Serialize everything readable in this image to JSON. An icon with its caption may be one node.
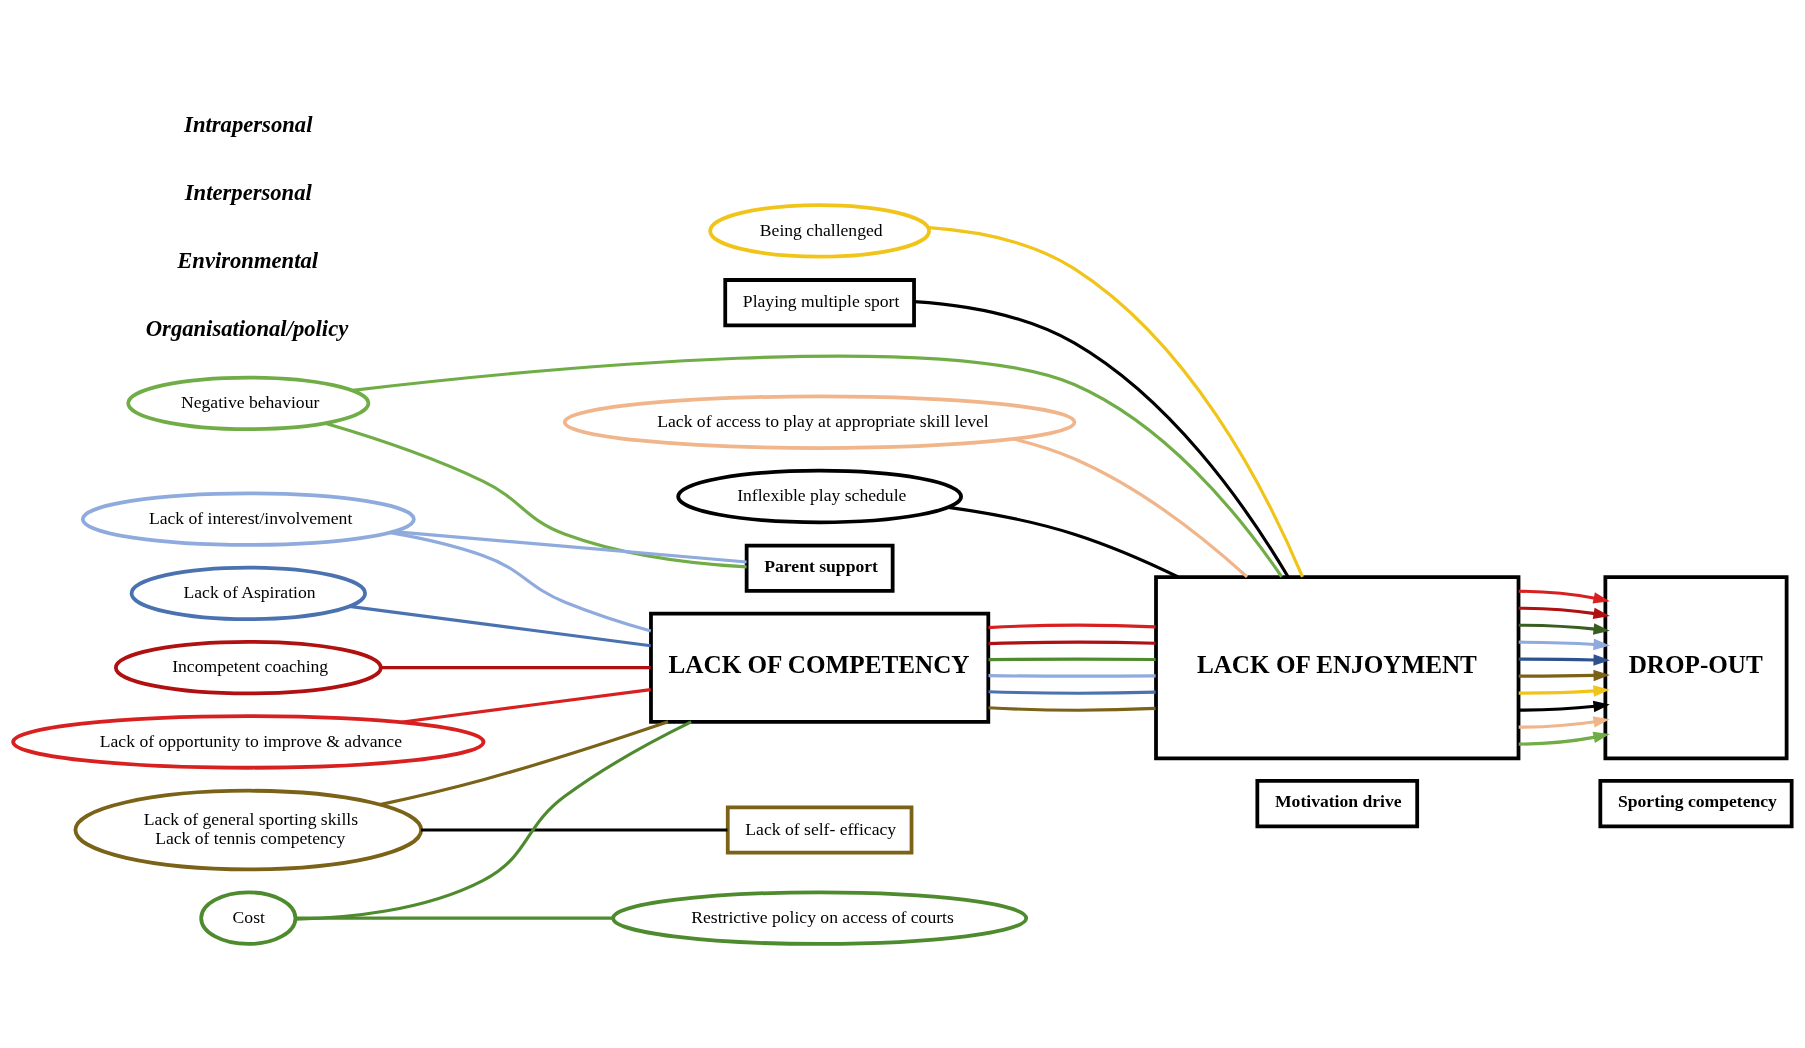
{
  "diagram": {
    "nodes": [
      {
        "text": [
          "Motivation drive"
        ]
      },
      {
        "text": [
          "Sporting competency"
        ]
      },
      {
        "text": [
          "Lack of Aspiration"
        ]
      },
      {
        "text": [
          "Being challenged"
        ]
      },
      {
        "text": [
          "Lack of general sporting skills",
          "Lack of tennis competency"
        ]
      },
      {
        "text": [
          "Lack of self- efficacy"
        ]
      },
      {
        "text": [
          "Playing multiple sport"
        ]
      },
      {
        "text": [
          "Negative behaviour"
        ]
      },
      {
        "text": [
          "Lack of interest/involvement"
        ]
      },
      {
        "text": [
          "Parent support"
        ]
      },
      {
        "text": [
          "Restrictive policy on access of courts"
        ]
      },
      {
        "text": [
          "Cost"
        ]
      },
      {
        "text": [
          "Lack of access to play at appropriate skill level"
        ]
      },
      {
        "text": [
          "Inflexible play schedule"
        ]
      },
      {
        "text": [
          "Incompetent coaching"
        ]
      },
      {
        "text": [
          "Lack of opportunity to improve & advance"
        ]
      },
      {
        "text": [
          "LACK OF COMPETENCY"
        ]
      },
      {
        "text": [
          "LACK OF ENJOYMENT"
        ]
      },
      {
        "text": [
          "DROP-OUT"
        ]
      }
    ],
    "edges": [
      {
        "from": 4,
        "to": 5,
        "arrow": "none",
        "color": "#000000"
      },
      {
        "from": 7,
        "to": 9,
        "arrow": "none",
        "color": "#70ad47"
      },
      {
        "from": 8,
        "to": 9,
        "arrow": "none",
        "color": "#8faadc"
      },
      {
        "from": 11,
        "to": 10,
        "arrow": "none",
        "color": "#4e8a2e"
      },
      {
        "from": 2,
        "to": 16,
        "arrow": "none",
        "color": "#4a72b0"
      },
      {
        "from": 4,
        "to": 16,
        "arrow": "none",
        "color": "#7a6218"
      },
      {
        "from": 8,
        "to": 16,
        "arrow": "none",
        "color": "#8faadc"
      },
      {
        "from": 11,
        "to": 16,
        "arrow": "none",
        "color": "#4e8a2e"
      },
      {
        "from": 14,
        "to": 16,
        "arrow": "none",
        "color": "#b01010"
      },
      {
        "from": 15,
        "to": 16,
        "arrow": "none",
        "color": "#d82020"
      },
      {
        "from": 7,
        "to": 17,
        "arrow": "none",
        "color": "#70ad47"
      },
      {
        "from": 12,
        "to": 17,
        "arrow": "none",
        "color": "#f0b58a"
      },
      {
        "from": 6,
        "to": 17,
        "arrow": "none",
        "color": "#000000"
      },
      {
        "from": 13,
        "to": 17,
        "arrow": "none",
        "color": "#000000"
      },
      {
        "from": 3,
        "to": 17,
        "arrow": "none",
        "color": "#f0c419"
      },
      {
        "from": 16,
        "to": 17,
        "arrow": "none",
        "color": "#7a6218"
      },
      {
        "from": 16,
        "to": 17,
        "arrow": "none",
        "color": "#4a72b0"
      },
      {
        "from": 16,
        "to": 17,
        "arrow": "none",
        "color": "#8faadc"
      },
      {
        "from": 16,
        "to": 17,
        "arrow": "none",
        "color": "#4e8a2e"
      },
      {
        "from": 16,
        "to": 17,
        "arrow": "none",
        "color": "#b01010"
      },
      {
        "from": 16,
        "to": 17,
        "arrow": "none",
        "color": "#d82020"
      },
      {
        "from": 17,
        "to": 18,
        "arrow": "to",
        "color": "#70ad47"
      },
      {
        "from": 17,
        "to": 18,
        "arrow": "to",
        "color": "#f0b58a"
      },
      {
        "from": 17,
        "to": 18,
        "arrow": "to",
        "color": "#000000"
      },
      {
        "from": 17,
        "to": 18,
        "arrow": "to",
        "color": "#f0c419"
      },
      {
        "from": 17,
        "to": 18,
        "arrow": "to",
        "color": "#7a6218"
      },
      {
        "from": 17,
        "to": 18,
        "arrow": "to",
        "color": "#2f528f"
      },
      {
        "from": 17,
        "to": 18,
        "arrow": "to",
        "color": "#8faadc"
      },
      {
        "from": 17,
        "to": 18,
        "arrow": "to",
        "color": "#3a5e22"
      },
      {
        "from": 17,
        "to": 18,
        "arrow": "to",
        "color": "#b01010"
      },
      {
        "from": 17,
        "to": 18,
        "arrow": "to",
        "color": "#d82020"
      }
    ],
    "labels": [
      "Intrapersonal",
      "Interpersonal",
      "Environmental",
      "Organisational/policy"
    ]
  }
}
